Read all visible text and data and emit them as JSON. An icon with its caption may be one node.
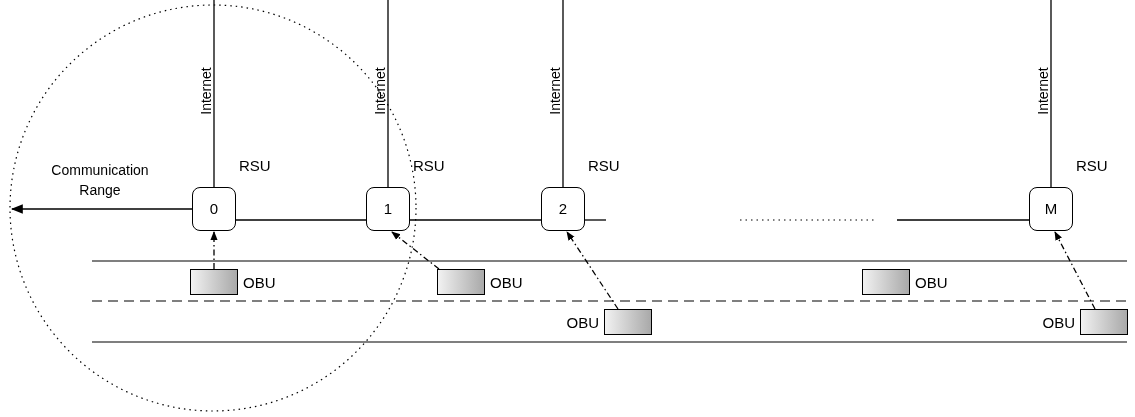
{
  "diagram": {
    "nodes": [
      {
        "text": [
          "0"
        ],
        "beside": [
          "RSU"
        ]
      },
      {
        "text": [
          "1"
        ],
        "beside": [
          "RSU"
        ]
      },
      {
        "text": [
          "2"
        ],
        "beside": [
          "RSU"
        ]
      },
      {
        "text": [
          "M"
        ],
        "beside": [
          "RSU"
        ]
      },
      {
        "text": [],
        "shape": "box",
        "beside": [
          "OBU"
        ]
      },
      {
        "text": [],
        "shape": "box",
        "beside": [
          "OBU"
        ]
      },
      {
        "text": [],
        "shape": "box",
        "beside": [
          "OBU"
        ]
      },
      {
        "text": [],
        "shape": "box",
        "beside": [
          "OBU"
        ]
      },
      {
        "text": [],
        "shape": "box",
        "beside": [
          "OBU"
        ]
      }
    ],
    "edges": [
      {
        "from": null,
        "to": 0,
        "arrow": "none",
        "label": "Internet"
      },
      {
        "from": null,
        "to": 1,
        "arrow": "none",
        "label": "Internet"
      },
      {
        "from": null,
        "to": 2,
        "arrow": "none",
        "label": "Internet"
      },
      {
        "from": null,
        "to": 3,
        "arrow": "none",
        "label": "Internet"
      },
      {
        "from": 0,
        "to": 1,
        "arrow": "none"
      },
      {
        "from": 1,
        "to": 2,
        "arrow": "none"
      },
      {
        "from": 2,
        "to": null,
        "arrow": "none"
      },
      {
        "from": null,
        "to": 3,
        "arrow": "none"
      },
      {
        "from": 4,
        "to": 0,
        "arrow": "to",
        "style": "dashed"
      },
      {
        "from": 5,
        "to": 1,
        "arrow": "to",
        "style": "dashed"
      },
      {
        "from": 7,
        "to": 2,
        "arrow": "to",
        "style": "dashed"
      },
      {
        "from": 8,
        "to": 3,
        "arrow": "to",
        "style": "dashed"
      }
    ],
    "labels": [
      "Communication Range"
    ]
  }
}
